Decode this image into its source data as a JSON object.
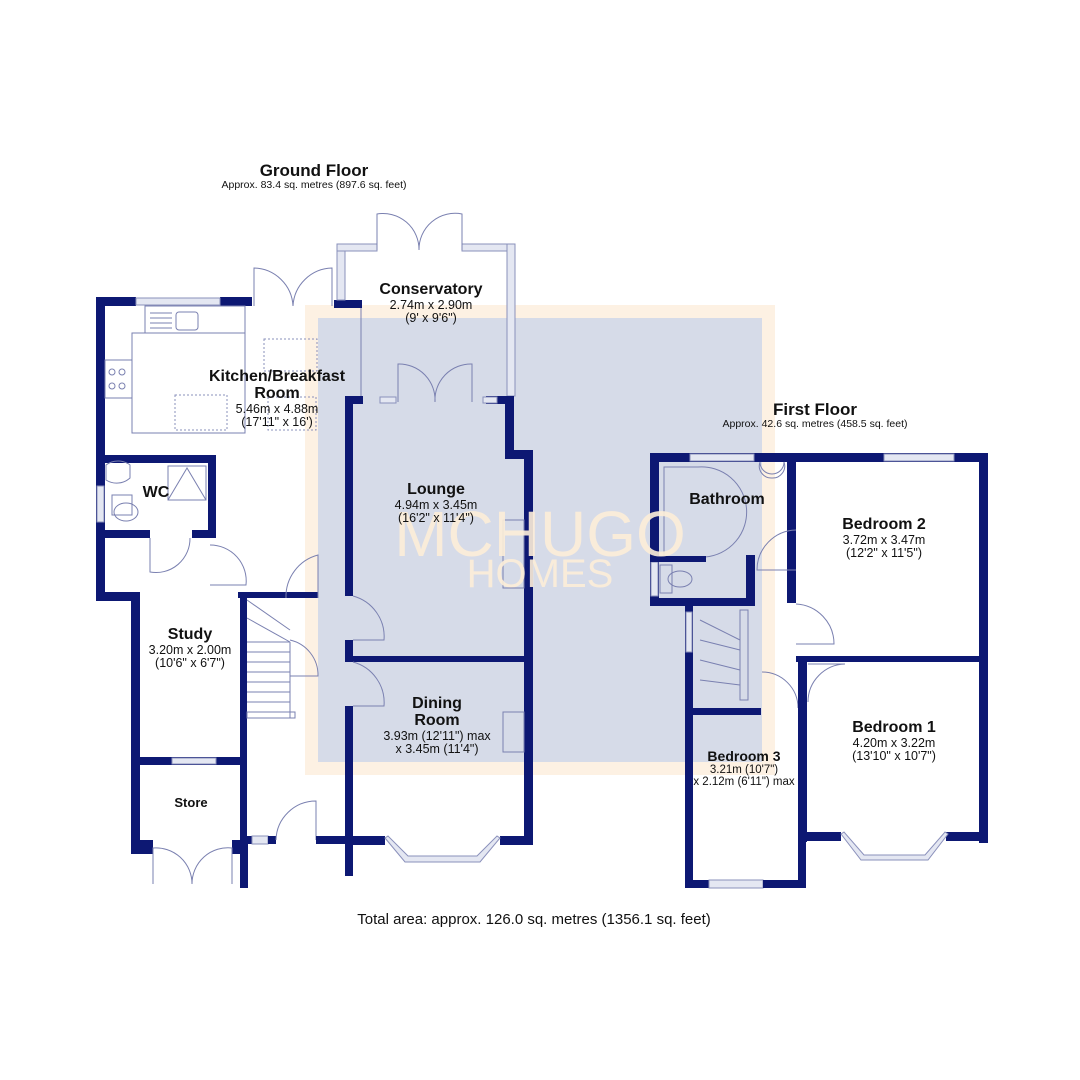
{
  "colors": {
    "wall": "#0d1873",
    "overlay": "#d6dbe8",
    "watermark_border": "#fbe6cc",
    "watermark_text": "#fdeed9",
    "text": "#111111"
  },
  "watermark": {
    "line1": "MCHUGO",
    "line2": "HOMES"
  },
  "ground_floor": {
    "title": "Ground Floor",
    "area": "Approx. 83.4 sq. metres (897.6 sq. feet)",
    "rooms": [
      {
        "name": "Conservatory",
        "dims": "2.74m x 2.90m",
        "imperial": "(9' x 9'6\")"
      },
      {
        "name": "Kitchen/Breakfast Room",
        "line1": "Kitchen/Breakfast",
        "line2": "Room",
        "dims": "5.46m x 4.88m",
        "imperial": "(17'11\" x 16')"
      },
      {
        "name": "WC"
      },
      {
        "name": "Lounge",
        "dims": "4.94m x 3.45m",
        "imperial": "(16'2\" x 11'4\")"
      },
      {
        "name": "Study",
        "dims": "3.20m x 2.00m",
        "imperial": "(10'6\" x 6'7\")"
      },
      {
        "name": "Dining Room",
        "line1": "Dining",
        "line2": "Room",
        "dims": "3.93m (12'11\") max",
        "imperial": "x 3.45m (11'4\")"
      },
      {
        "name": "Store"
      }
    ]
  },
  "first_floor": {
    "title": "First Floor",
    "area": "Approx. 42.6 sq. metres (458.5 sq. feet)",
    "rooms": [
      {
        "name": "Bathroom"
      },
      {
        "name": "Bedroom 2",
        "dims": "3.72m x 3.47m",
        "imperial": "(12'2\" x 11'5\")"
      },
      {
        "name": "Bedroom 1",
        "dims": "4.20m x 3.22m",
        "imperial": "(13'10\" x 10'7\")"
      },
      {
        "name": "Bedroom 3",
        "dims": "3.21m (10'7\")",
        "imperial": "x 2.12m (6'11\") max"
      }
    ]
  },
  "total_area": "Total area: approx. 126.0 sq. metres (1356.1 sq. feet)"
}
